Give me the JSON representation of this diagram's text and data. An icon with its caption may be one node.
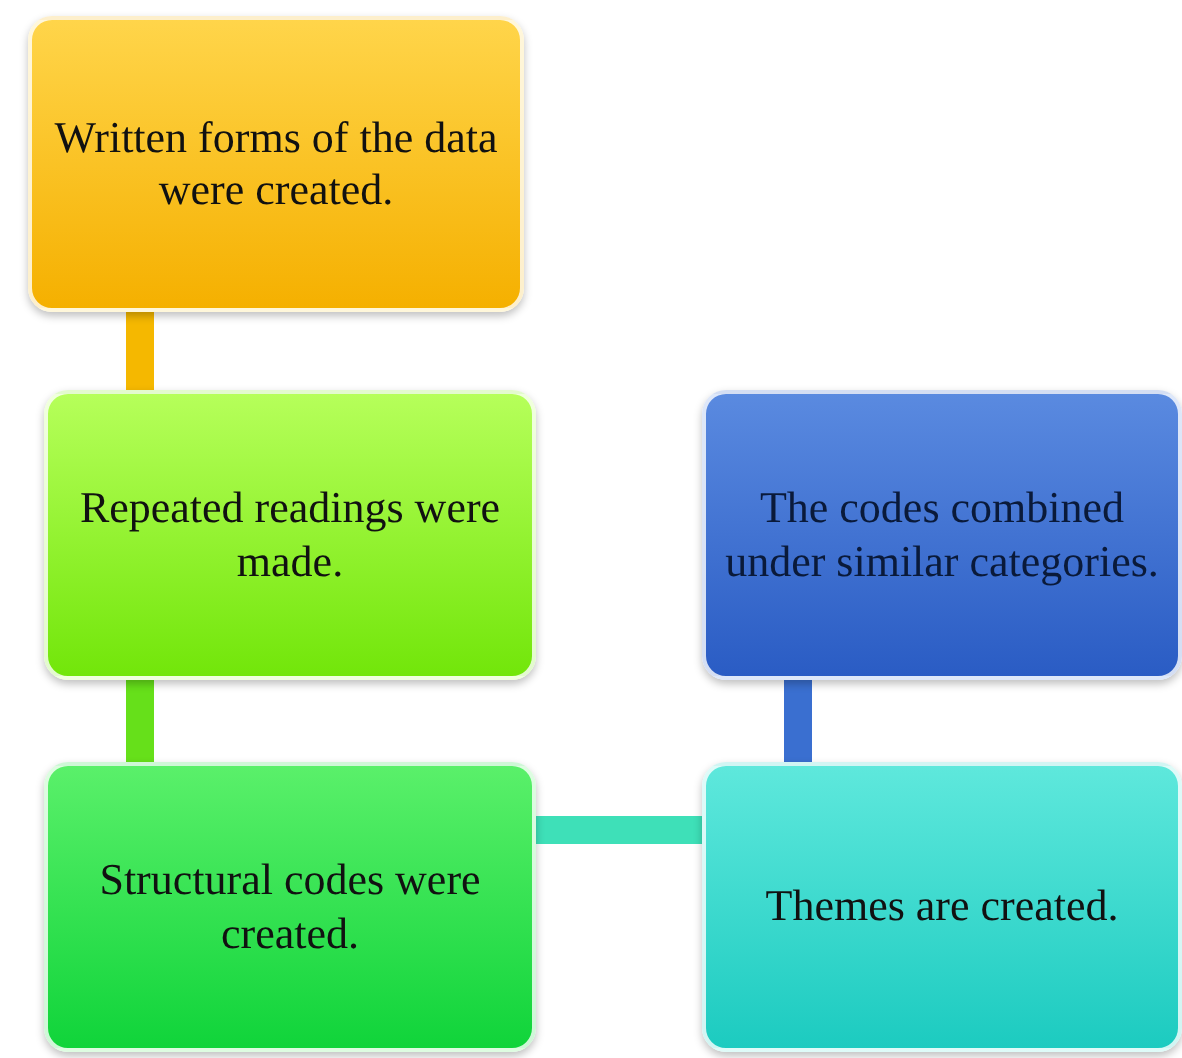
{
  "diagram": {
    "nodes": [
      {
        "text": [
          "Written forms of the data were created."
        ]
      },
      {
        "text": [
          "Repeated readings were made."
        ]
      },
      {
        "text": [
          "Structural codes were created."
        ]
      },
      {
        "text": [
          "Themes are created."
        ]
      },
      {
        "text": [
          "The codes combined under similar categories."
        ]
      }
    ],
    "edges": [
      {
        "from": 0,
        "to": 1,
        "arrow": "none",
        "color": "#f5b800"
      },
      {
        "from": 1,
        "to": 2,
        "arrow": "none",
        "color": "#66e01a"
      },
      {
        "from": 2,
        "to": 3,
        "arrow": "none",
        "color": "#3ee0b8"
      },
      {
        "from": 3,
        "to": 4,
        "arrow": "none",
        "color": "#3a6fd0"
      }
    ]
  }
}
